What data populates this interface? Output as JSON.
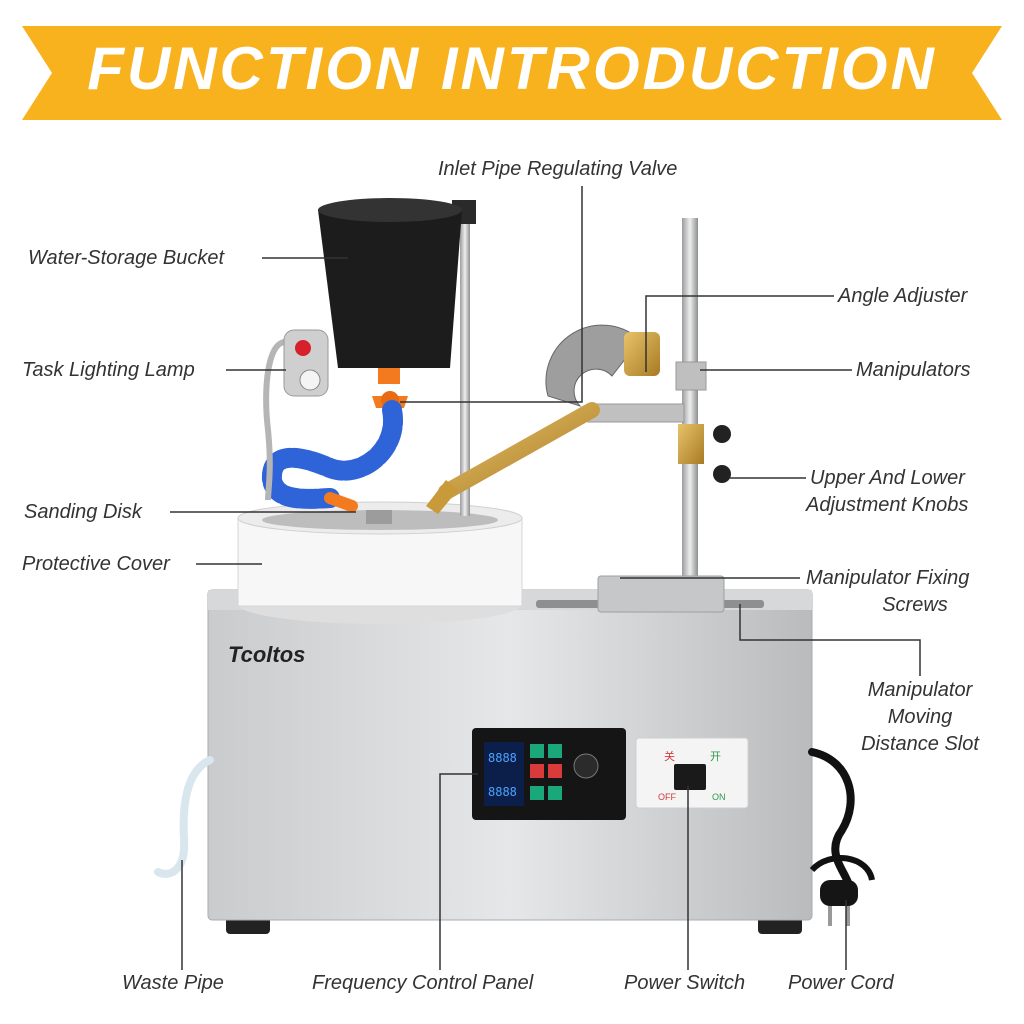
{
  "banner": {
    "title": "FUNCTION  INTRODUCTION",
    "color": "#F7B21E"
  },
  "brand": {
    "logo_text": "Tcoltos"
  },
  "control_panel": {
    "display_top": "8888",
    "display_bottom": "8888"
  },
  "switch_plate": {
    "label_off_cn": "关",
    "label_on_cn": "开",
    "label_off": "OFF",
    "label_on": "ON"
  },
  "labels": {
    "inlet_valve": "Inlet Pipe Regulating Valve",
    "water_bucket": "Water-Storage Bucket",
    "angle_adjuster": "Angle Adjuster",
    "task_lamp": "Task Lighting Lamp",
    "manipulators": "Manipulators",
    "knobs_line1": "Upper And Lower",
    "knobs_line2": "Adjustment Knobs",
    "sanding_disk": "Sanding Disk",
    "protective_cover": "Protective Cover",
    "fixing_screws_line1": "Manipulator Fixing",
    "fixing_screws_line2": "Screws",
    "slot_line1": "Manipulator",
    "slot_line2": "Moving",
    "slot_line3": "Distance Slot",
    "waste_pipe": "Waste Pipe",
    "control_panel": "Frequency Control Panel",
    "power_switch": "Power Switch",
    "power_cord": "Power Cord"
  }
}
